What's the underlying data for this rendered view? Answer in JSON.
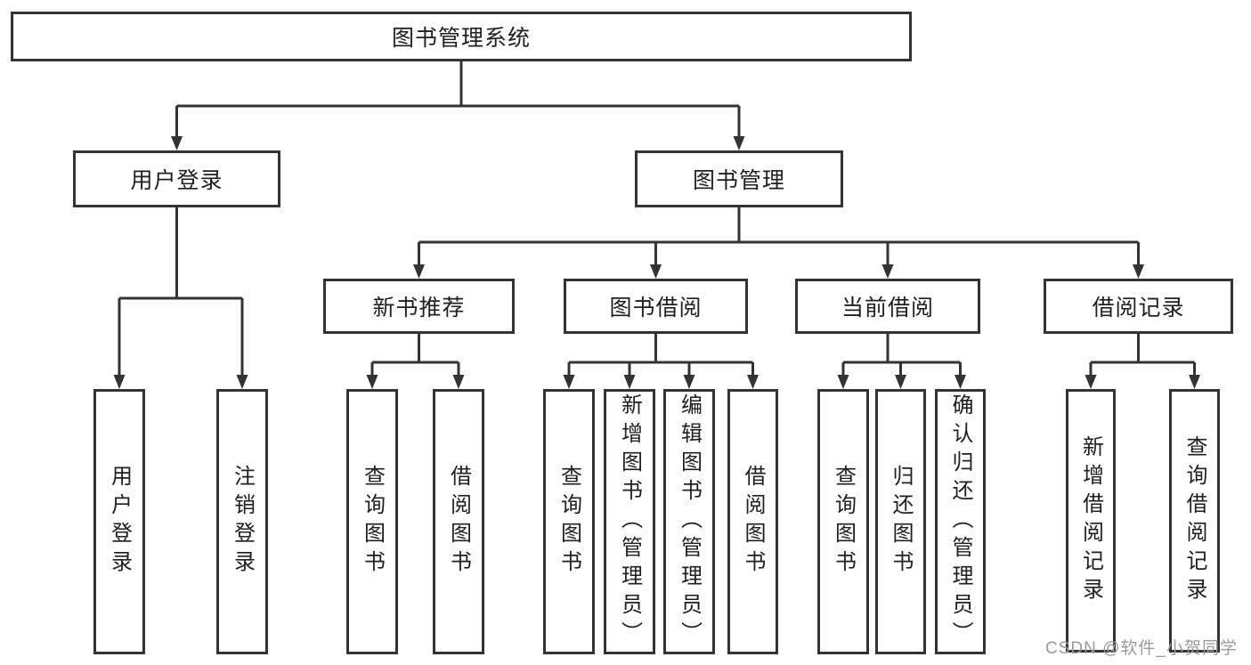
{
  "diagram": {
    "root_title": "图书管理系统",
    "nodes": [
      {
        "id": "root",
        "label": "图书管理系统"
      },
      {
        "id": "user-login",
        "label": "用户登录"
      },
      {
        "id": "book-management",
        "label": "图书管理"
      },
      {
        "id": "new-book-recommend",
        "label": "新书推荐"
      },
      {
        "id": "book-borrowing",
        "label": "图书借阅"
      },
      {
        "id": "current-borrowing",
        "label": "当前借阅"
      },
      {
        "id": "borrowing-records",
        "label": "借阅记录"
      },
      {
        "id": "v-user-login",
        "label": "用户登录"
      },
      {
        "id": "v-logout",
        "label": "注销登录"
      },
      {
        "id": "v-query-book-1",
        "label": "查询图书"
      },
      {
        "id": "v-borrow-book-1",
        "label": "借阅图书"
      },
      {
        "id": "v-query-book-2",
        "label": "查询图书"
      },
      {
        "id": "v-add-book",
        "label": "新增图书（管理员）"
      },
      {
        "id": "v-edit-book",
        "label": "编辑图书（管理员）"
      },
      {
        "id": "v-borrow-book-2",
        "label": "借阅图书"
      },
      {
        "id": "v-query-book-3",
        "label": "查询图书"
      },
      {
        "id": "v-return-book",
        "label": "归还图书"
      },
      {
        "id": "v-confirm-return",
        "label": "确认归还（管理员）"
      },
      {
        "id": "v-add-borrow-record",
        "label": "新增借阅记录"
      },
      {
        "id": "v-query-borrow-record",
        "label": "查询借阅记录"
      }
    ],
    "edges": [
      {
        "from": "root",
        "to": [
          "user-login",
          "book-management"
        ]
      },
      {
        "from": "user-login",
        "to": [
          "v-user-login",
          "v-logout"
        ]
      },
      {
        "from": "book-management",
        "to": [
          "new-book-recommend",
          "book-borrowing",
          "current-borrowing",
          "borrowing-records"
        ]
      },
      {
        "from": "new-book-recommend",
        "to": [
          "v-query-book-1",
          "v-borrow-book-1"
        ]
      },
      {
        "from": "book-borrowing",
        "to": [
          "v-query-book-2",
          "v-add-book",
          "v-edit-book",
          "v-borrow-book-2"
        ]
      },
      {
        "from": "current-borrowing",
        "to": [
          "v-query-book-3",
          "v-return-book",
          "v-confirm-return"
        ]
      },
      {
        "from": "borrowing-records",
        "to": [
          "v-add-borrow-record",
          "v-query-borrow-record"
        ]
      }
    ]
  },
  "watermark": {
    "text": "CSDN @软件_小贺同学"
  },
  "colors": {
    "line": "#333333",
    "text": "#1f1f1f",
    "background": "#ffffff",
    "watermark": "#9b9b9b"
  }
}
